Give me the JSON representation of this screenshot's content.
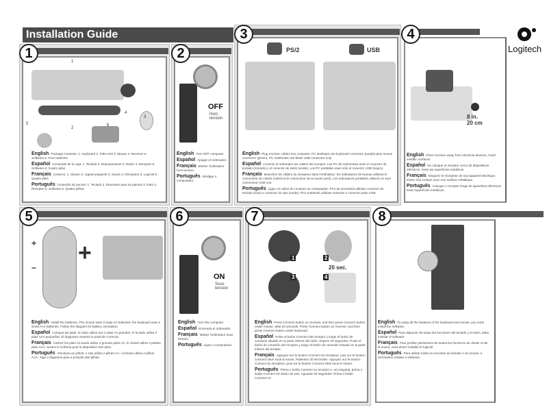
{
  "header": {
    "title": "Installation Guide",
    "brand": "Logitech"
  },
  "steps": [
    {
      "number": "1",
      "callouts": [
        "1",
        "2",
        "3",
        "4",
        "5",
        "6"
      ],
      "texts": [
        {
          "lang": "English",
          "body": "Package Contents: 1. Keyboard 2. Palm rest 3. Mouse 4. Receiver 5. Software 6. Four batteries"
        },
        {
          "lang": "Español",
          "body": "Contenido de la caja: 1. Teclado 2. Reposamanos 3. Ratón 4. Receptor 5. Software 6. Cuatro pilas"
        },
        {
          "lang": "Français",
          "body": "Contenu: 1. Clavier 2. Appuie-poignets 3. Souris 4. Récepteur 5. Logiciel 6. Quatre piles"
        },
        {
          "lang": "Português",
          "body": "Conteúdo do pacote: 1. Teclado 2. Descanso para as palmas 3. Rato 4. Receptor 5. Software 6. Quatro pilhas"
        }
      ]
    },
    {
      "number": "2",
      "label": "OFF",
      "sublabel": "Hors tension",
      "texts": [
        {
          "lang": "English",
          "body": "Turn OFF computer."
        },
        {
          "lang": "Español",
          "body": "Apagar el ordenador."
        },
        {
          "lang": "Français",
          "body": "Mettez l'ordinateur hors tension."
        },
        {
          "lang": "Português",
          "body": "Desligar o computador."
        }
      ]
    },
    {
      "number": "3",
      "labels": [
        "PS/2",
        "USB"
      ],
      "texts": [
        {
          "lang": "English",
          "body": "Plug receiver cables into computer. PC desktops use keyboard connector (purple) plus mouse connector (green). PC notebooks use black USB connector only."
        },
        {
          "lang": "Español",
          "body": "Conecte al ordenador los cables del receptor. Los PC de sobremesa usan el conector de teclado (morado) y el conector de ratón (verde). Los PC portátiles usan sólo el conector USB (negro)."
        },
        {
          "lang": "Français",
          "body": "Branchez les câbles du récepteur dans l'ordinateur: les ordinateurs de bureau utilisent le connecteur du clavier (violet) et le connecteur de la souris (vert). Les ordinateurs portables utilisent un seul connecteur USB noir."
        },
        {
          "lang": "Português",
          "body": "Ligue os cabos do receptor ao computador: PCs de secretária utilizam conector do teclado (roxo) e conector do rato (verde). PCs notebook utilizam somente o conector preto USB."
        }
      ]
    },
    {
      "number": "4",
      "distance": "8 in.\n20 cm",
      "texts": [
        {
          "lang": "English",
          "body": "Place receiver away from electrical devices. Avoid metallic surfaces."
        },
        {
          "lang": "Español",
          "body": "No coloque el receptor cerca de dispositivos eléctricos. Evite las superficies metálicas."
        },
        {
          "lang": "Français",
          "body": "Eloignez le récepteur de tout appareil électrique. Evitez tout contact avec une surface métallique."
        },
        {
          "lang": "Português",
          "body": "Coloque o receptor longe de aparelhos eléctricos. Evite superfícies metálicas."
        }
      ]
    },
    {
      "number": "5",
      "plus": "+",
      "minus": "−",
      "texts": [
        {
          "lang": "English",
          "body": "Install the batteries. The mouse uses 2 large AA batteries; the keyboard uses 2 small AAA batteries. Follow the diagram for battery orientation."
        },
        {
          "lang": "Español",
          "body": "Coloque las pilas: el ratón utiliza dos 2 pilas AA grandes; el teclado utiliza 2 pilas AAA pequeñas. El diagrama muestra la posición correcta."
        },
        {
          "lang": "Français",
          "body": "Insérez les piles: la souris utilise 2 grosses piles AA, le clavier utilise 2 petites piles AAA. Suivez le schéma pour la disposition des piles."
        },
        {
          "lang": "Português",
          "body": "Introduza as pilhas: o rato utiliza 2 pilhas AA; o teclado utiliza 2 pilhas AAA. Siga o diagrama para a posição das pilhas."
        }
      ]
    },
    {
      "number": "6",
      "label": "ON",
      "sublabel": "Sous tension",
      "texts": [
        {
          "lang": "English",
          "body": "Turn ON computer."
        },
        {
          "lang": "Español",
          "body": "Encienda el ordenador."
        },
        {
          "lang": "Français",
          "body": "Mettez l'ordinateur sous tension."
        },
        {
          "lang": "Português",
          "body": "Ligue o computador."
        }
      ]
    },
    {
      "number": "7",
      "callouts": [
        "1",
        "2",
        "3",
        "4"
      ],
      "wait": "20 sec.",
      "texts": [
        {
          "lang": "English",
          "body": "Press Connect button on receiver, and then press Connect button under mouse. Wait 20 seconds. Press Connect button on receiver, and then press Connect button under keyboard."
        },
        {
          "lang": "Español",
          "body": "Pulse el botón Connect del receptor y luego el botón de conexión situado en la parte inferior del ratón. Espere 20 segundos. Pulse el botón de conexión del receptor y luego el botón de conexión situado en la parte inferior del teclado."
        },
        {
          "lang": "Français",
          "body": "Appuyez sur le bouton Connect du récepteur, puis sur le bouton Connect situé sous la souris. Patientez 20 secondes. Appuyez sur le bouton Connect du récepteur, puis sur le bouton Connect situé sous le clavier."
        },
        {
          "lang": "Português",
          "body": "Prima o botão Connect no receptor e, em seguida, prima o botão Connect em baixo do rato. Aguarde 20 segundos. Prima o botão Connect no"
        }
      ]
    },
    {
      "number": "8",
      "texts": [
        {
          "lang": "English",
          "body": "To enjoy all the features of the keyboard and mouse, you must install the software."
        },
        {
          "lang": "Español",
          "body": "Para disponer de todas las funciones del teclado y el ratón, debe instalar el software."
        },
        {
          "lang": "Français",
          "body": "Pour profiter pleinement de toutes les fonctions du clavier et de la souris, vous devez installer le logiciel."
        },
        {
          "lang": "Português",
          "body": "Para utilizar todos os recursos do teclado e do mouse, é necessário instalar o software."
        }
      ]
    }
  ],
  "colors": {
    "bar": "#555555",
    "panel": "#e6e6e6",
    "border": "#8a8a8a"
  }
}
